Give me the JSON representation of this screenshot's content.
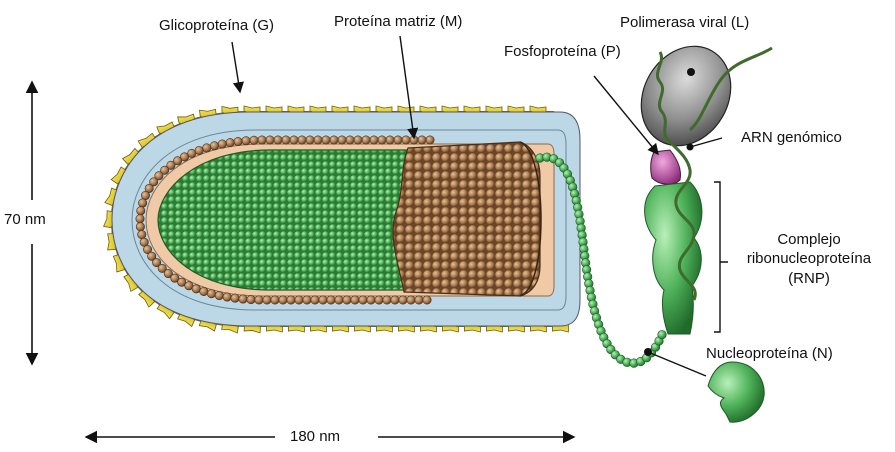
{
  "labels": {
    "glycoprotein": "Glicoproteína (G)",
    "matrix": "Proteína matriz (M)",
    "polymerase": "Polimerasa viral (L)",
    "phosphoprotein": "Fosfoproteína (P)",
    "genomic_rna": "ARN genómico",
    "rnp_line1": "Complejo",
    "rnp_line2": "ribonucleoproteína",
    "rnp_line3": "(RNP)",
    "nucleoprotein": "Nucleoproteína (N)"
  },
  "dimensions": {
    "height": "70 nm",
    "length": "180 nm"
  },
  "colors": {
    "glycoprotein": "#e2cf1c",
    "membrane": "#bcd7e6",
    "matrix_bead": "#b8865a",
    "nucleocapsid": "#4ea456",
    "interior": "#f0c9a6",
    "polymerase": "#8c8c8c",
    "phosphoprotein": "#b0479a",
    "rna": "#3f6b2d"
  }
}
